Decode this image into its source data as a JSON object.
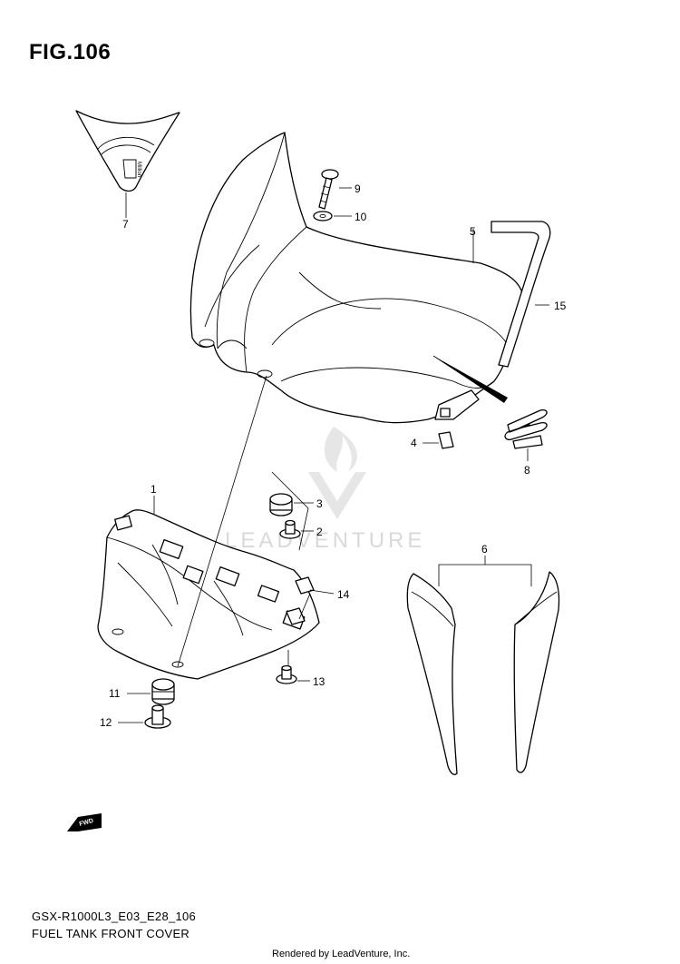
{
  "figure": {
    "title": "FIG.106"
  },
  "callouts": [
    {
      "id": "1",
      "label": "1"
    },
    {
      "id": "2",
      "label": "2"
    },
    {
      "id": "3",
      "label": "3"
    },
    {
      "id": "4",
      "label": "4"
    },
    {
      "id": "5",
      "label": "5"
    },
    {
      "id": "6",
      "label": "6"
    },
    {
      "id": "7",
      "label": "7"
    },
    {
      "id": "8",
      "label": "8"
    },
    {
      "id": "9",
      "label": "9"
    },
    {
      "id": "10",
      "label": "10"
    },
    {
      "id": "11",
      "label": "11"
    },
    {
      "id": "12",
      "label": "12"
    },
    {
      "id": "13",
      "label": "13"
    },
    {
      "id": "14",
      "label": "14"
    },
    {
      "id": "15",
      "label": "15"
    }
  ],
  "direction_badge": "FWD",
  "watermark": {
    "text": "LEADVENTURE",
    "color": "#d9d9d9"
  },
  "footer": {
    "code": "GSX-R1000L3_E03_E28_106",
    "name": "FUEL TANK FRONT COVER",
    "rendered_by": "Rendered by LeadVenture, Inc."
  }
}
